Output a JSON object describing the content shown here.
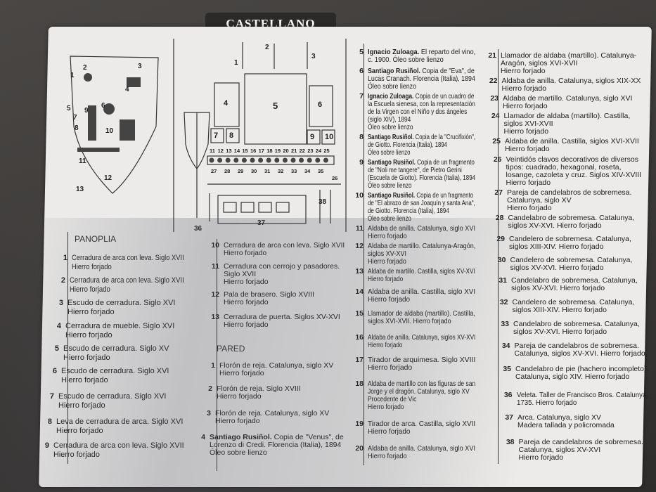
{
  "tab_label": "CASTELLANO",
  "diagram": {
    "panoplia_numbers": [
      "1",
      "2",
      "3",
      "4",
      "5",
      "6",
      "7",
      "8",
      "9",
      "10",
      "11",
      "12",
      "13"
    ],
    "wall_top_numbers": [
      "1",
      "2",
      "3"
    ],
    "wall_numbers": [
      "4",
      "5",
      "6",
      "7",
      "8",
      "9",
      "10"
    ],
    "row_numbers_a": [
      "11",
      "12",
      "13",
      "14",
      "15",
      "16",
      "17",
      "18",
      "19",
      "20",
      "21",
      "22",
      "23",
      "24",
      "25"
    ],
    "row_numbers_b": [
      "27",
      "28",
      "29",
      "30",
      "31",
      "32",
      "33",
      "34",
      "35",
      "26"
    ],
    "bottom_numbers": [
      "36",
      "37",
      "38"
    ]
  },
  "panoplia": {
    "heading": "PANOPLIA",
    "items": [
      {
        "n": "1",
        "t": "Cerradura de arca con leva. Siglo XVII\nHierro forjado"
      },
      {
        "n": "2",
        "t": "Cerradura de arca con leva. Siglo XVII\nHierro forjado"
      },
      {
        "n": "3",
        "t": "Escudo de cerradura. Siglo XVI\nHierro forjado"
      },
      {
        "n": "4",
        "t": "Cerradura de mueble. Siglo XVI\nHierro forjado"
      },
      {
        "n": "5",
        "t": "Escudo de cerradura. Siglo XV\nHierro forjado"
      },
      {
        "n": "6",
        "t": "Escudo de cerradura. Siglo XVI\nHierro forjado"
      },
      {
        "n": "7",
        "t": "Escudo de cerradura. Siglo XVI\nHierro forjado"
      },
      {
        "n": "8",
        "t": "Leva de cerradura de arca. Siglo XVI\nHierro forjado"
      },
      {
        "n": "9",
        "t": "Cerradura de arca con leva. Siglo XVII\nHierro forjado"
      },
      {
        "n": "10",
        "t": "Cerradura de arca con leva. Siglo XVII\nHierro forjado"
      },
      {
        "n": "11",
        "t": "Cerradura con cerrojo y pasadores.\nSiglo XVII\nHierro forjado"
      },
      {
        "n": "12",
        "t": "Pala de brasero. Siglo XVIII\nHierro forjado"
      },
      {
        "n": "13",
        "t": "Cerradura de puerta. Siglos XV-XVI\nHierro forjado"
      }
    ]
  },
  "pared": {
    "heading": "PARED",
    "items": [
      {
        "n": "1",
        "t": "Florón de reja. Catalunya, siglo XV\nHierro forjado"
      },
      {
        "n": "2",
        "t": "Florón de reja. Siglo XVIII\nHierro forjado"
      },
      {
        "n": "3",
        "t": "Florón de reja. Catalunya, siglo XV\nHierro forjado"
      },
      {
        "n": "4",
        "t": "Santiago Rusiñol. Copia de \"Venus\", de\nLorenzo di Credi. Florencia (Italia), 1894\nÓleo sobre lienzo"
      },
      {
        "n": "5",
        "t": "Ignacio Zuloaga. El reparto del vino,\nc. 1900. Óleo sobre lienzo"
      },
      {
        "n": "6",
        "t": "Santiago Rusiñol. Copia de \"Eva\", de\nLucas Cranach. Florencia (Italia), 1894\nÓleo sobre lienzo"
      },
      {
        "n": "7",
        "t": "Ignacio Zuloaga. Copia de un cuadro de\nla Escuela sienesa, con la representación\nde la Virgen con el Niño y dos ángeles\n(siglo XIV), 1894\nÓleo sobre lienzo"
      },
      {
        "n": "8",
        "t": "Santiago Rusiñol. Copia de la \"Crucifixión\",\nde Giotto. Florencia (Italia), 1894\nÓleo sobre lienzo"
      },
      {
        "n": "9",
        "t": "Santiago Rusiñol. Copia de un fragmento\nde \"Noli me tangere\", de Pietro Gerini\n(Escuela de Giotto). Florencia (Italia), 1894\nÓleo sobre lienzo"
      },
      {
        "n": "10",
        "t": "Santiago Rusiñol. Copia de un fragmento\nde \"El abrazo de san Joaquín y santa Ana\",\nde Giotto. Florencia (Italia), 1894\nÓleo sobre lienzo"
      },
      {
        "n": "11",
        "t": "Aldaba de anilla. Catalunya, siglo XVI\nHierro forjado"
      },
      {
        "n": "12",
        "t": "Aldaba de martillo. Catalunya-Aragón,\nsiglos XV-XVI\nHierro forjado"
      },
      {
        "n": "13",
        "t": "Aldaba de martillo. Castilla, siglos XV-XVI\nHierro forjado"
      },
      {
        "n": "14",
        "t": "Aldaba de anilla. Castilla, siglo XVI\nHierro forjado"
      },
      {
        "n": "15",
        "t": "Llamador de aldaba (martillo). Castilla,\nsiglos XVI-XVII. Hierro forjado"
      },
      {
        "n": "16",
        "t": "Aldaba de anilla. Catalunya, siglos XV-XVI\nHierro forjado"
      },
      {
        "n": "17",
        "t": "Tirador de arquimesa. Siglo XVIII\nHierro forjado"
      },
      {
        "n": "18",
        "t": "Aldaba de martillo con las figuras de san\nJorge y el dragón. Catalunya, siglo XV\nProcedente de Vic\nHierro forjado"
      },
      {
        "n": "19",
        "t": "Tirador de arca. Castilla, siglo XVII\nHierro forjado"
      },
      {
        "n": "20",
        "t": "Aldaba de anilla. Catalunya, siglo XVI\nHierro forjado"
      },
      {
        "n": "21",
        "t": "Llamador de aldaba (martillo). Catalunya-\nAragón, siglos XVI-XVII\nHierro forjado"
      },
      {
        "n": "22",
        "t": "Aldaba de anilla. Catalunya, siglos XIX-XX\nHierro forjado"
      },
      {
        "n": "23",
        "t": "Aldaba de martillo. Catalunya, siglo XVI\nHierro forjado"
      },
      {
        "n": "24",
        "t": "Llamador de aldaba (martillo). Castilla,\nsiglos XVI-XVII\nHierro forjado"
      },
      {
        "n": "25",
        "t": "Aldaba de anilla. Castilla, siglos XVI-XVII\nHierro forjado"
      },
      {
        "n": "26",
        "t": "Veintidós clavos decorativos de diversos\ntipos: cuadrado, hexagonal, roseta,\nlosange, cazoleta y cruz. Siglos XIV-XVIII\nHierro forjado"
      },
      {
        "n": "27",
        "t": "Pareja de candelabros de sobremesa.\nCatalunya, siglo XV\nHierro forjado"
      },
      {
        "n": "28",
        "t": "Candelabro de sobremesa. Catalunya,\nsiglos XV-XVI. Hierro forjado"
      },
      {
        "n": "29",
        "t": "Candelero de sobremesa. Catalunya,\nsiglos XIII-XIV. Hierro forjado"
      },
      {
        "n": "30",
        "t": "Candelero de sobremesa. Catalunya,\nsiglos XV-XVI. Hierro forjado"
      },
      {
        "n": "31",
        "t": "Candelabro de sobremesa. Catalunya,\nsiglos XV-XVI. Hierro forjado"
      },
      {
        "n": "32",
        "t": "Candelero de sobremesa. Catalunya,\nsiglos XIII-XIV. Hierro forjado"
      },
      {
        "n": "33",
        "t": "Candelabro de sobremesa. Catalunya,\nsiglos XV-XVI. Hierro forjado"
      },
      {
        "n": "34",
        "t": "Pareja de candelabros de sobremesa.\nCatalunya, siglos XV-XVI. Hierro forjado"
      },
      {
        "n": "35",
        "t": "Candelabro de pie (hachero incompleto).\nCatalunya, siglo XIV. Hierro forjado"
      },
      {
        "n": "36",
        "t": "Veleta. Taller de Francisco Bros. Catalunya,\n1735. Hierro forjado"
      },
      {
        "n": "37",
        "t": "Arca. Catalunya, siglo XV\nMadera tallada y policromada"
      },
      {
        "n": "38",
        "t": "Pareja de candelabros de sobremesa.\nCatalunya, siglos XV-XVI\nHierro forjado"
      }
    ]
  }
}
